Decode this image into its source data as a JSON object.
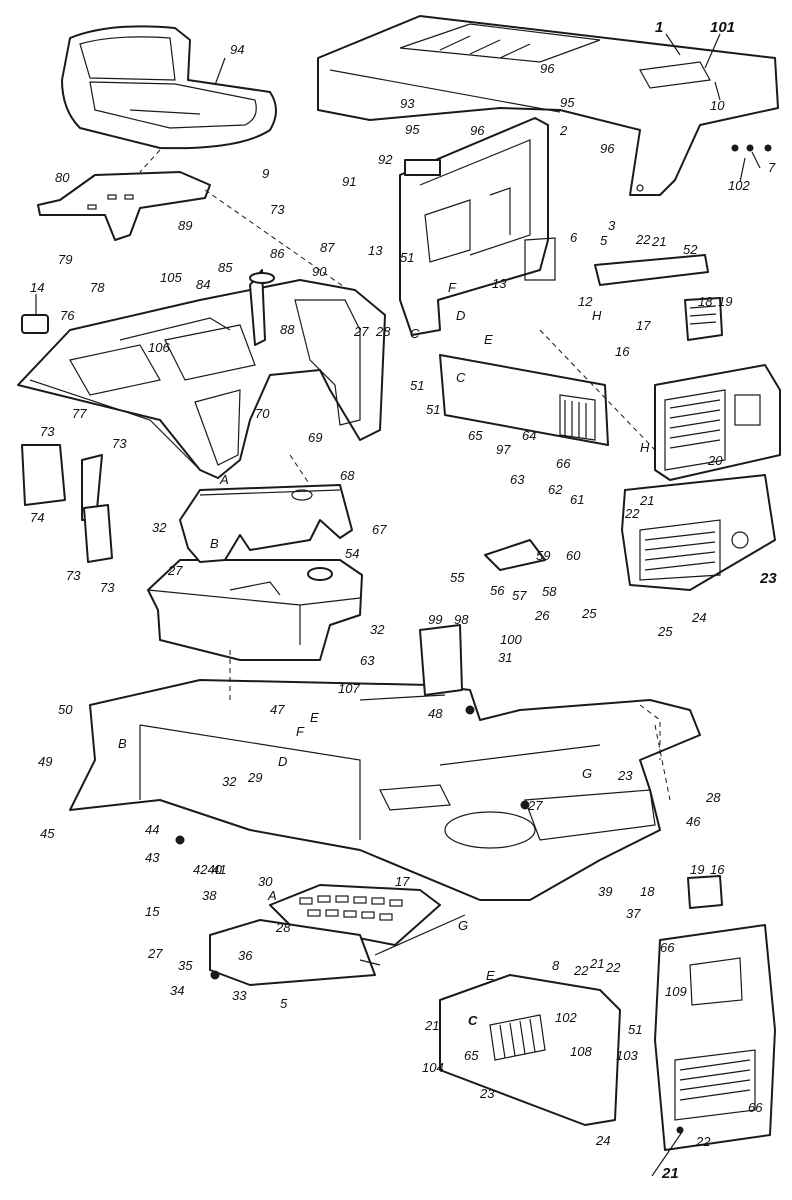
{
  "callouts": [
    {
      "id": "1",
      "text": "1"
    },
    {
      "id": "101",
      "text": "101"
    },
    {
      "id": "10",
      "text": "10"
    },
    {
      "id": "94",
      "text": "94"
    },
    {
      "id": "96a",
      "text": "96"
    },
    {
      "id": "95a",
      "text": "95"
    },
    {
      "id": "93",
      "text": "93"
    },
    {
      "id": "95b",
      "text": "95"
    },
    {
      "id": "96b",
      "text": "96"
    },
    {
      "id": "2",
      "text": "2"
    },
    {
      "id": "96c",
      "text": "96"
    },
    {
      "id": "92",
      "text": "92"
    },
    {
      "id": "9",
      "text": "9"
    },
    {
      "id": "91",
      "text": "91"
    },
    {
      "id": "73a",
      "text": "73"
    },
    {
      "id": "87",
      "text": "87"
    },
    {
      "id": "80",
      "text": "80"
    },
    {
      "id": "89",
      "text": "89"
    },
    {
      "id": "79",
      "text": "79"
    },
    {
      "id": "86",
      "text": "86"
    },
    {
      "id": "13a",
      "text": "13"
    },
    {
      "id": "90",
      "text": "90"
    },
    {
      "id": "51a",
      "text": "51"
    },
    {
      "id": "13b",
      "text": "13"
    },
    {
      "id": "6",
      "text": "6"
    },
    {
      "id": "3",
      "text": "3"
    },
    {
      "id": "5a",
      "text": "5"
    },
    {
      "id": "22a",
      "text": "22"
    },
    {
      "id": "21a",
      "text": "21"
    },
    {
      "id": "52",
      "text": "52"
    },
    {
      "id": "7",
      "text": "7"
    },
    {
      "id": "102a",
      "text": "102"
    },
    {
      "id": "12",
      "text": "12"
    },
    {
      "id": "14",
      "text": "14"
    },
    {
      "id": "76",
      "text": "76"
    },
    {
      "id": "78",
      "text": "78"
    },
    {
      "id": "105",
      "text": "105"
    },
    {
      "id": "84",
      "text": "84"
    },
    {
      "id": "85",
      "text": "85"
    },
    {
      "id": "88",
      "text": "88"
    },
    {
      "id": "27a",
      "text": "27"
    },
    {
      "id": "28a",
      "text": "28"
    },
    {
      "id": "106",
      "text": "106"
    },
    {
      "id": "70",
      "text": "70"
    },
    {
      "id": "77",
      "text": "77"
    },
    {
      "id": "69",
      "text": "69"
    },
    {
      "id": "17a",
      "text": "17"
    },
    {
      "id": "18a",
      "text": "18"
    },
    {
      "id": "19a",
      "text": "19"
    },
    {
      "id": "16a",
      "text": "16"
    },
    {
      "id": "51b",
      "text": "51"
    },
    {
      "id": "51c",
      "text": "51"
    },
    {
      "id": "65a",
      "text": "65"
    },
    {
      "id": "97",
      "text": "97"
    },
    {
      "id": "64",
      "text": "64"
    },
    {
      "id": "66a",
      "text": "66"
    },
    {
      "id": "20",
      "text": "20"
    },
    {
      "id": "73b",
      "text": "73"
    },
    {
      "id": "73c",
      "text": "73"
    },
    {
      "id": "74",
      "text": "74"
    },
    {
      "id": "73d",
      "text": "73"
    },
    {
      "id": "73e",
      "text": "73"
    },
    {
      "id": "68",
      "text": "68"
    },
    {
      "id": "32a",
      "text": "32"
    },
    {
      "id": "27b",
      "text": "27"
    },
    {
      "id": "63a",
      "text": "63"
    },
    {
      "id": "62",
      "text": "62"
    },
    {
      "id": "61",
      "text": "61"
    },
    {
      "id": "67",
      "text": "67"
    },
    {
      "id": "21b",
      "text": "21"
    },
    {
      "id": "22b",
      "text": "22"
    },
    {
      "id": "23a",
      "text": "23"
    },
    {
      "id": "59",
      "text": "59"
    },
    {
      "id": "60",
      "text": "60"
    },
    {
      "id": "55",
      "text": "55"
    },
    {
      "id": "56",
      "text": "56"
    },
    {
      "id": "57",
      "text": "57"
    },
    {
      "id": "58",
      "text": "58"
    },
    {
      "id": "54",
      "text": "54"
    },
    {
      "id": "24a",
      "text": "24"
    },
    {
      "id": "99",
      "text": "99"
    },
    {
      "id": "98",
      "text": "98"
    },
    {
      "id": "25a",
      "text": "25"
    },
    {
      "id": "26",
      "text": "26"
    },
    {
      "id": "25b",
      "text": "25"
    },
    {
      "id": "32b",
      "text": "32"
    },
    {
      "id": "100",
      "text": "100"
    },
    {
      "id": "31",
      "text": "31"
    },
    {
      "id": "63b",
      "text": "63"
    },
    {
      "id": "107",
      "text": "107"
    },
    {
      "id": "48",
      "text": "48"
    },
    {
      "id": "50",
      "text": "50"
    },
    {
      "id": "47",
      "text": "47"
    },
    {
      "id": "49",
      "text": "49"
    },
    {
      "id": "29",
      "text": "29"
    },
    {
      "id": "23b",
      "text": "23"
    },
    {
      "id": "32c",
      "text": "32"
    },
    {
      "id": "27c",
      "text": "27"
    },
    {
      "id": "28b",
      "text": "28"
    },
    {
      "id": "46",
      "text": "46"
    },
    {
      "id": "45",
      "text": "45"
    },
    {
      "id": "44",
      "text": "44"
    },
    {
      "id": "43",
      "text": "43"
    },
    {
      "id": "4240",
      "text": "4240"
    },
    {
      "id": "41",
      "text": "41"
    },
    {
      "id": "30",
      "text": "30"
    },
    {
      "id": "39",
      "text": "39"
    },
    {
      "id": "38",
      "text": "38"
    },
    {
      "id": "15",
      "text": "15"
    },
    {
      "id": "17b",
      "text": "17"
    },
    {
      "id": "18b",
      "text": "18"
    },
    {
      "id": "19b",
      "text": "19"
    },
    {
      "id": "16b",
      "text": "16"
    },
    {
      "id": "37",
      "text": "37"
    },
    {
      "id": "27d",
      "text": "27"
    },
    {
      "id": "28c",
      "text": "28"
    },
    {
      "id": "36",
      "text": "36"
    },
    {
      "id": "35",
      "text": "35"
    },
    {
      "id": "34",
      "text": "34"
    },
    {
      "id": "33",
      "text": "33"
    },
    {
      "id": "5b",
      "text": "5"
    },
    {
      "id": "8",
      "text": "8"
    },
    {
      "id": "22c",
      "text": "22"
    },
    {
      "id": "21c",
      "text": "21"
    },
    {
      "id": "22d",
      "text": "22"
    },
    {
      "id": "66b",
      "text": "66"
    },
    {
      "id": "102b",
      "text": "102"
    },
    {
      "id": "51d",
      "text": "51"
    },
    {
      "id": "21d",
      "text": "21"
    },
    {
      "id": "109",
      "text": "109"
    },
    {
      "id": "108",
      "text": "108"
    },
    {
      "id": "103",
      "text": "103"
    },
    {
      "id": "104",
      "text": "104"
    },
    {
      "id": "65b",
      "text": "65"
    },
    {
      "id": "23c",
      "text": "23"
    },
    {
      "id": "66c",
      "text": "66"
    },
    {
      "id": "24b",
      "text": "24"
    },
    {
      "id": "22e",
      "text": "22"
    },
    {
      "id": "21e",
      "text": "21"
    }
  ],
  "letters": [
    {
      "id": "F1",
      "text": "F"
    },
    {
      "id": "C1",
      "text": "C"
    },
    {
      "id": "D1",
      "text": "D"
    },
    {
      "id": "E1",
      "text": "E"
    },
    {
      "id": "H1",
      "text": "H"
    },
    {
      "id": "C2",
      "text": "C"
    },
    {
      "id": "H2",
      "text": "H"
    },
    {
      "id": "A1",
      "text": "A"
    },
    {
      "id": "B1",
      "text": "B"
    },
    {
      "id": "B2",
      "text": "B"
    },
    {
      "id": "E2",
      "text": "E"
    },
    {
      "id": "F2",
      "text": "F"
    },
    {
      "id": "D2",
      "text": "D"
    },
    {
      "id": "G1",
      "text": "G"
    },
    {
      "id": "A2",
      "text": "A"
    },
    {
      "id": "G2",
      "text": "G"
    },
    {
      "id": "E3",
      "text": "E"
    },
    {
      "id": "C3",
      "text": "C"
    }
  ]
}
